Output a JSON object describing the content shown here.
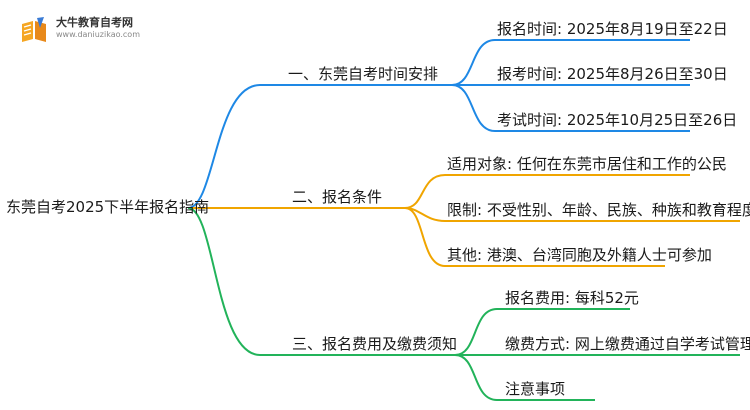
{
  "watermark": {
    "brand": "大牛教育自考网",
    "url": "www.daniuzikao.com",
    "icon": "book-pen-logo-icon"
  },
  "mindmap": {
    "root": "东莞自考2025下半年报名指南",
    "branches": [
      {
        "label": "一、东莞自考时间安排",
        "color": "#1e88e5",
        "items": [
          "报名时间: 2025年8月19日至22日",
          "报考时间: 2025年8月26日至30日",
          "考试时间: 2025年10月25日至26日"
        ]
      },
      {
        "label": "二、报名条件",
        "color": "#f0a500",
        "items": [
          "适用对象: 任何在东莞市居住和工作的公民",
          "限制: 不受性别、年龄、民族、种族和教育程度限制",
          "其他: 港澳、台湾同胞及外籍人士可参加"
        ]
      },
      {
        "label": "三、报名费用及缴费须知",
        "color": "#22b35a",
        "items": [
          "报名费用: 每科52元",
          "缴费方式: 网上缴费通过自学考试管理系统",
          "注意事项"
        ]
      }
    ]
  }
}
